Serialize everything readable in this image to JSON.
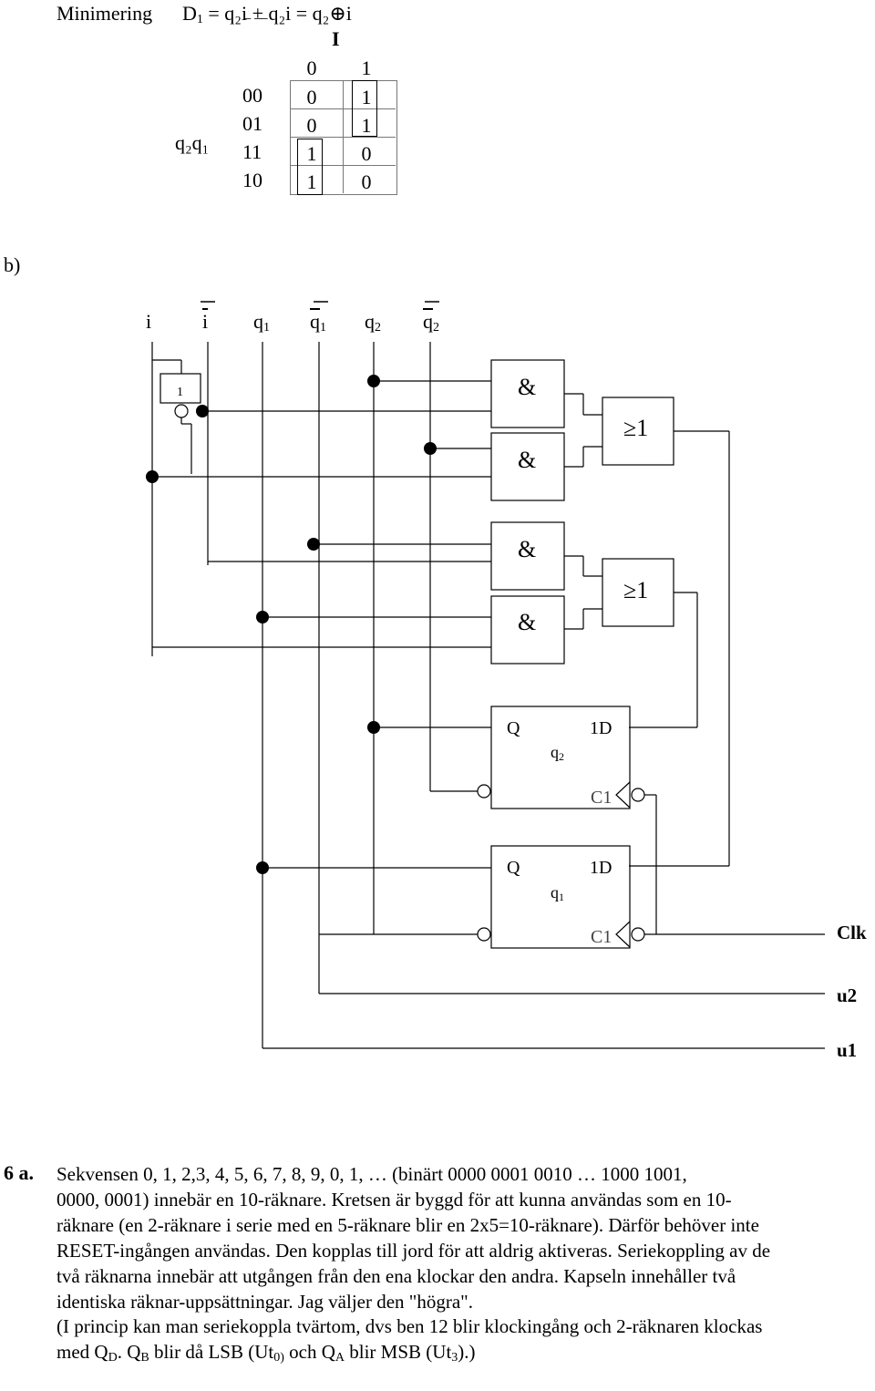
{
  "header": {
    "label": "Minimering",
    "equation_lhs": "D",
    "equation_lhs_sub": "1",
    "equation_rhs": "= q₂i + q₂i = q₂⊕i",
    "over_marks": "‾   ‾‾"
  },
  "kmap": {
    "col_var": "I",
    "col_headers": [
      "0",
      "1"
    ],
    "row_var": "q₂q₁",
    "rows": [
      {
        "code": "00",
        "cells": [
          "0",
          "1"
        ]
      },
      {
        "code": "01",
        "cells": [
          "0",
          "1"
        ]
      },
      {
        "code": "11",
        "cells": [
          "1",
          "0"
        ]
      },
      {
        "code": "10",
        "cells": [
          "1",
          "0"
        ]
      }
    ]
  },
  "section_b": {
    "label": "b)",
    "inputs": [
      "i",
      "i",
      "q",
      "q",
      "q",
      "q"
    ],
    "input_subs": [
      "",
      "",
      "1",
      "1",
      "2",
      "2"
    ],
    "inverter_label": "1",
    "and_label": "&",
    "or_label": "≥1",
    "ff_q": "Q",
    "ff_d": "1D",
    "ff_c": "C1",
    "ff_top_name": "q",
    "ff_top_sub": "2",
    "ff_bot_name": "q",
    "ff_bot_sub": "1",
    "clk_label": "Clk",
    "u2_label": "u2",
    "u1_label": "u1"
  },
  "section_6a": {
    "label": "6 a.",
    "lines": [
      "Sekvensen 0, 1, 2,3, 4, 5, 6, 7, 8, 9, 0, 1, …  (binärt 0000  0001  0010    …   1000  1001,",
      "0000,  0001) innebär en 10-räknare. Kretsen är byggd för att kunna användas som en 10-",
      "räknare (en 2-räknare i serie med en 5-räknare blir en 2x5=10-räknare). Därför behöver inte",
      "RESET-ingången användas. Den kopplas till jord för att aldrig aktiveras. Seriekoppling av de",
      "två räknarna innebär att utgången från den ena klockar den andra. Kapseln innehåller två",
      "identiska räknar-uppsättningar. Jag väljer den \"högra\"."
    ],
    "note_line1": "(I princip kan man seriekoppla tvärtom, dvs ben 12 blir klockingång och  2-räknaren klockas",
    "note_line2_parts": [
      "med Q",
      "D",
      ". Q",
      "B",
      " blir då LSB (Ut",
      "0)",
      " och Q",
      "A",
      " blir MSB (Ut",
      "3",
      ").)"
    ]
  }
}
